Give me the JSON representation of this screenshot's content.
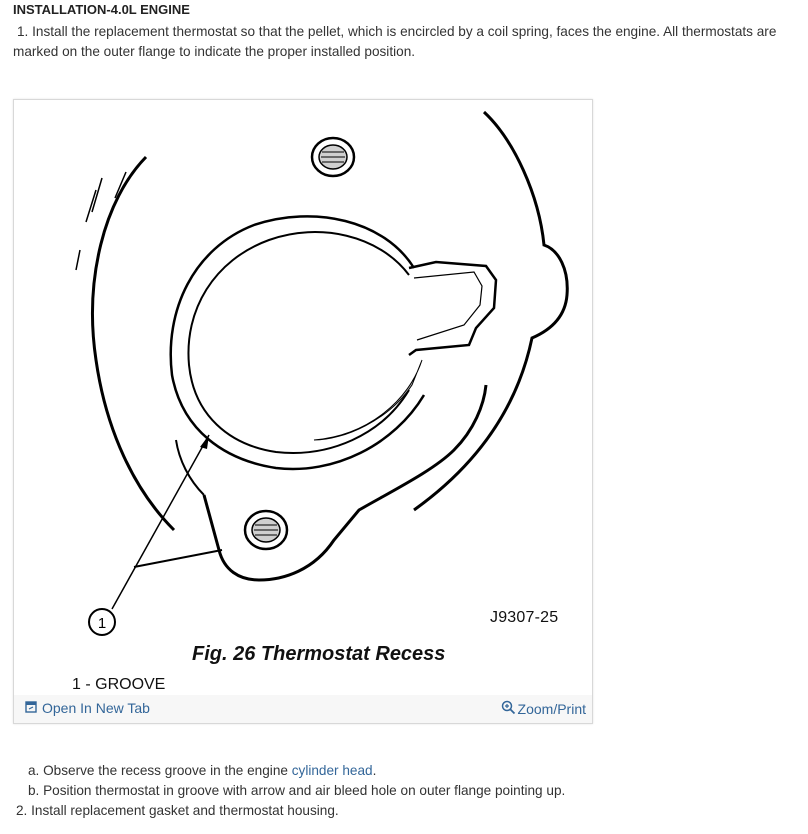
{
  "section": {
    "title": "INSTALLATION-4.0L ENGINE"
  },
  "step1": {
    "number": "1.",
    "text": "Install the replacement thermostat so that the pellet, which is encircled by a coil spring, faces the engine. All thermostats are marked on the outer flange to indicate the proper installed position."
  },
  "figure": {
    "caption": "Fig. 26 Thermostat Recess",
    "code": "J9307-25",
    "callout_number": "1",
    "legend": "1 - GROOVE",
    "open_tab_label": "Open In New Tab",
    "zoom_label": "Zoom/Print",
    "open_tab_icon": "open-in-new-tab-icon",
    "zoom_icon": "zoom-icon"
  },
  "substeps": {
    "a_prefix": "a. Observe the recess groove in the engine ",
    "a_link": "cylinder head",
    "a_suffix": ".",
    "b": "b. Position thermostat in groove with arrow and air bleed hole on outer flange pointing up."
  },
  "step2": {
    "text": "2. Install replacement gasket and thermostat housing."
  },
  "colors": {
    "link": "#336699",
    "text": "#333333"
  }
}
